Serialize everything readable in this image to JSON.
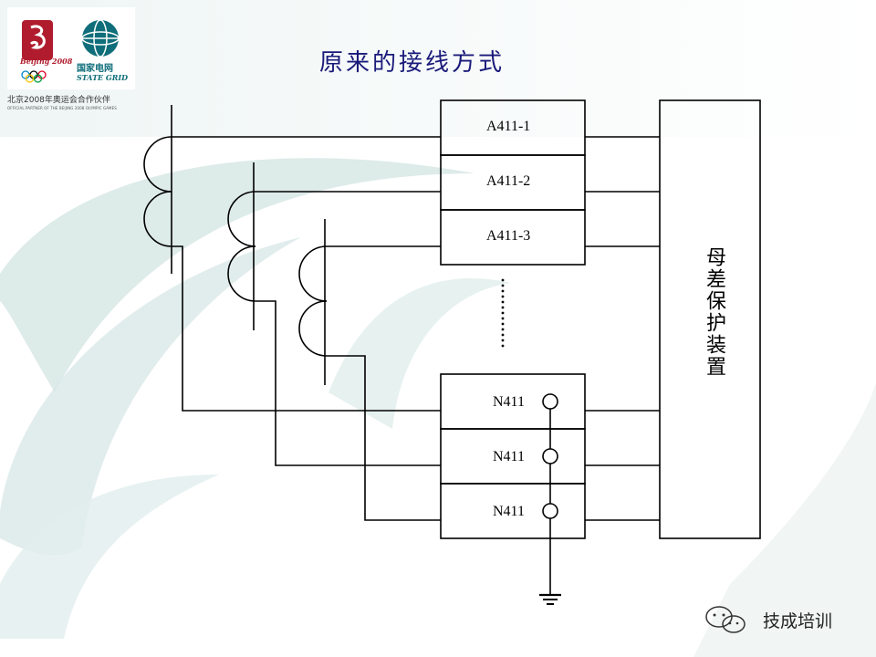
{
  "logo": {
    "beijing_text": "Beijing 2008",
    "grid_cn": "国家电网",
    "grid_en": "STATE GRID",
    "partner_cn": "北京2008年奥运会合作伙伴",
    "partner_en": "OFFICIAL PARTNER OF THE BEIJING 2008 OLYMPIC GAMES"
  },
  "title": "原来的接线方式",
  "terminals": {
    "a": [
      "A411-1",
      "A411-2",
      "A411-3"
    ],
    "n": [
      "N411",
      "N411",
      "N411"
    ]
  },
  "device_label": "母差保护装置",
  "watermark": "技成培训",
  "colors": {
    "title": "#1a1a7a",
    "line": "#000000",
    "swoosh": "#cfe3e2",
    "olympic_red": "#b01c2e",
    "grid_teal": "#0f6e7a"
  }
}
